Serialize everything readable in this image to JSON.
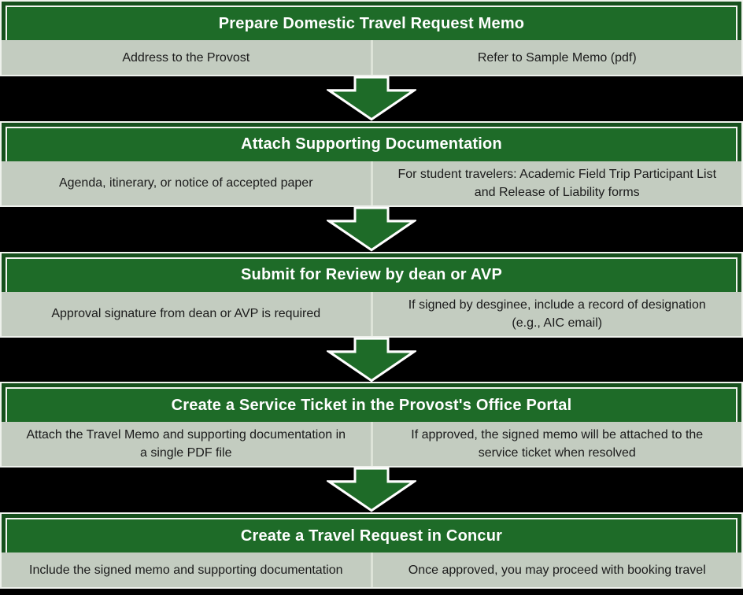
{
  "page": {
    "background": "#000000"
  },
  "palette": {
    "header_green": "#1e6b28",
    "edge_dark_green": "#17501d",
    "detail_gray_green": "#c3ccc0",
    "outline_white": "#f2f4ef",
    "column_divider": "#dde3d8",
    "header_text": "#ffffff",
    "body_text": "#1b1b1b",
    "arrow_fill": "#1e6b28",
    "arrow_outline": "#ffffff"
  },
  "diagram": {
    "type": "process-flow",
    "connector_icon": "down-arrow-icon",
    "sections": [
      {
        "title": "Prepare Domestic Travel Request Memo",
        "left": "Address to the Provost",
        "right": "Refer to Sample Memo (pdf)"
      },
      {
        "title": "Attach Supporting Documentation",
        "left": "Agenda, itinerary, or notice of accepted paper",
        "right": "For student travelers: Academic Field Trip Participant List and Release of Liability forms"
      },
      {
        "title": "Submit for Review by dean or AVP",
        "left": "Approval signature from dean or AVP is required",
        "right": "If signed by desginee, include a record of designation (e.g., AIC email)"
      },
      {
        "title": "Create a Service Ticket in the Provost's Office Portal",
        "left": "Attach the Travel Memo and supporting documentation in a single PDF file",
        "right": "If approved, the signed memo will be attached to the service ticket when resolved"
      },
      {
        "title": "Create a Travel Request in Concur",
        "left": "Include the signed memo and supporting documentation",
        "right": "Once approved, you may proceed with booking travel"
      }
    ]
  }
}
